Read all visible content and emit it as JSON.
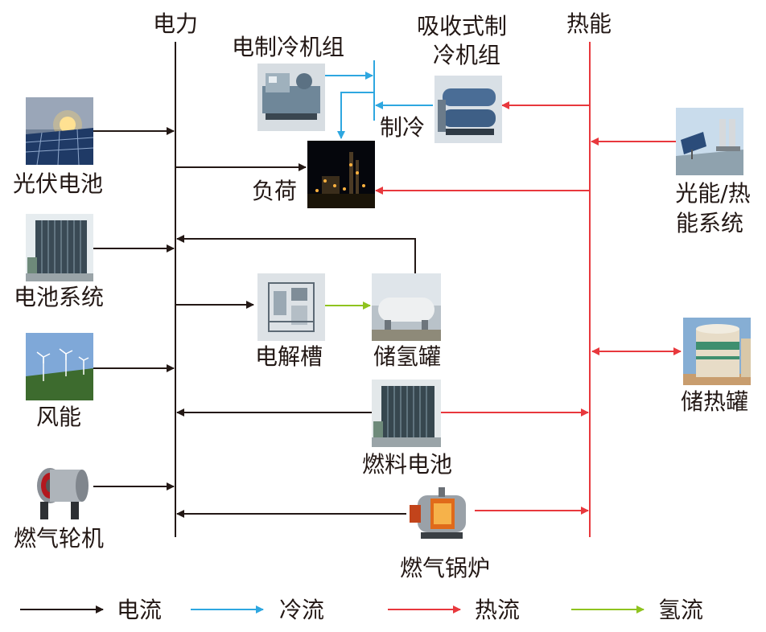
{
  "buses": {
    "electric": "电力",
    "thermal": "热能"
  },
  "components": {
    "pv": "光伏电池",
    "battery": "电池系统",
    "wind": "风能",
    "gas_turbine": "燃气轮机",
    "electric_chiller": "电制冷机组",
    "absorption_chiller_line1": "吸收式制",
    "absorption_chiller_line2": "冷机组",
    "cooling_label": "制冷",
    "load": "负荷",
    "electrolyzer": "电解槽",
    "hydrogen_tank": "储氢罐",
    "fuel_cell": "燃料电池",
    "gas_boiler": "燃气锅炉",
    "solar_thermal_line1": "光能/热",
    "solar_thermal_line2": "能系统",
    "heat_storage": "储热罐"
  },
  "legend": {
    "electric_flow": "电流",
    "cold_flow": "冷流",
    "heat_flow": "热流",
    "hydrogen_flow": "氢流"
  },
  "colors": {
    "electric": "#231815",
    "cold": "#2ea7e0",
    "heat": "#e8383d",
    "hydrogen": "#8fc31f"
  },
  "icons": {
    "pv": "solar-panel-icon",
    "battery": "battery-container-icon",
    "wind": "wind-turbine-icon",
    "gas_turbine": "gas-turbine-icon",
    "electric_chiller": "chiller-unit-icon",
    "absorption_chiller": "absorption-chiller-icon",
    "load": "industrial-plant-icon",
    "electrolyzer": "electrolyzer-icon",
    "hydrogen_tank": "hydrogen-tank-icon",
    "fuel_cell": "fuel-cell-icon",
    "gas_boiler": "gas-boiler-icon",
    "solar_thermal": "solar-thermal-icon",
    "heat_storage": "heat-storage-tank-icon"
  }
}
